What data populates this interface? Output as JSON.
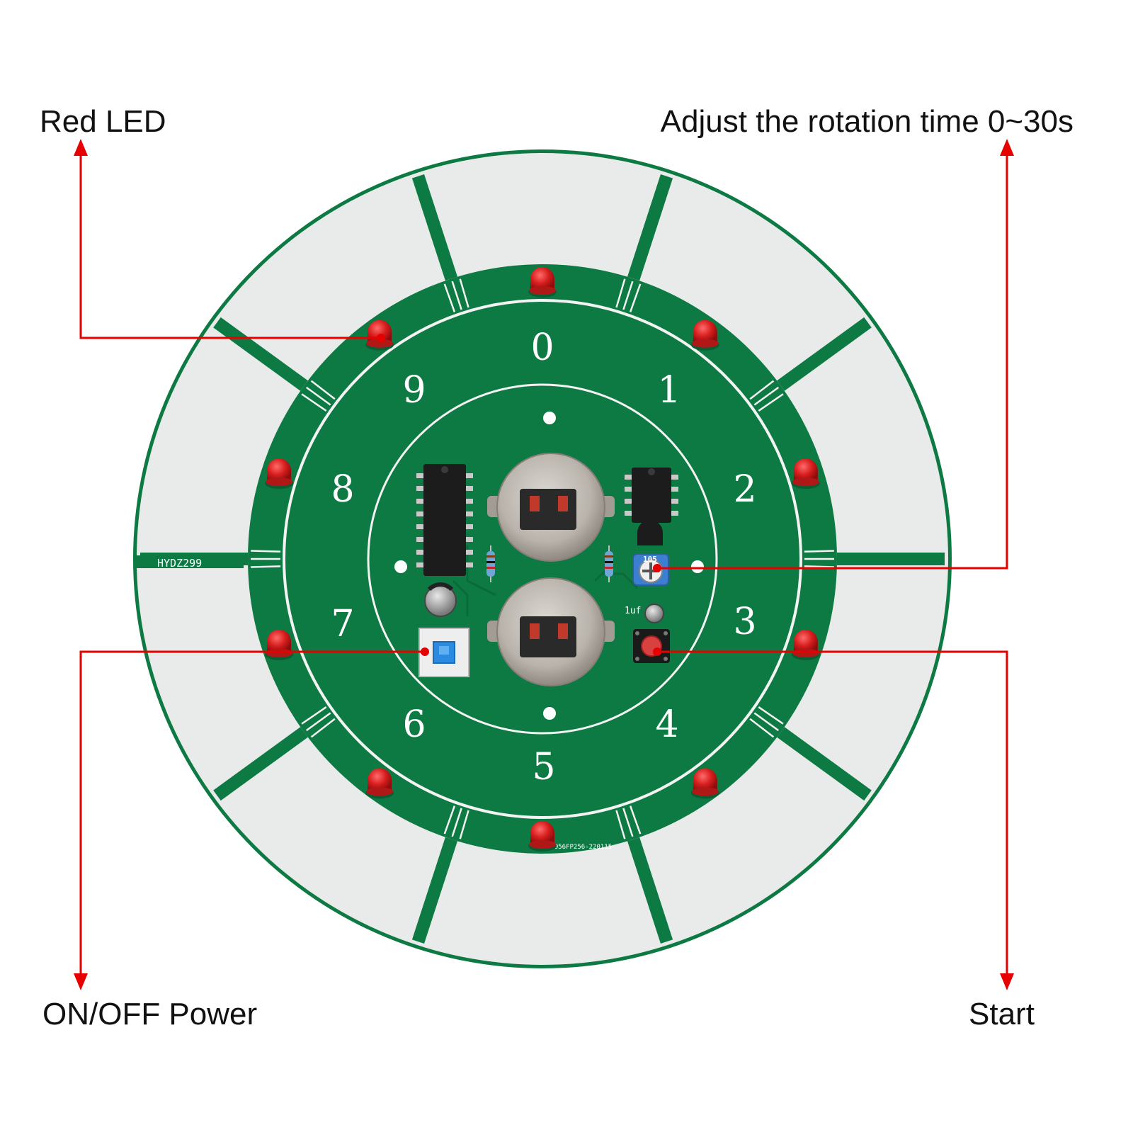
{
  "callouts": {
    "red_led": "Red LED",
    "adjust_time": "Adjust the rotation time 0~30s",
    "power": "ON/OFF Power",
    "start": "Start"
  },
  "board": {
    "dial_numbers": [
      "0",
      "1",
      "2",
      "3",
      "4",
      "5",
      "6",
      "7",
      "8",
      "9"
    ],
    "model_label": "HYDZ299",
    "serial_label": "71956FP256-220115",
    "potentiometer_marking": "105",
    "capacitor_label": "1uf"
  },
  "colors": {
    "pcb_green": "#0e7a43",
    "silk_white": "#f2f3f2",
    "panel_grey": "#e8ebea",
    "led_red": "#d81e1e",
    "arrow_red": "#e60000",
    "battery_metal": "#b9b3ac",
    "switch_blue": "#2a8be0"
  }
}
